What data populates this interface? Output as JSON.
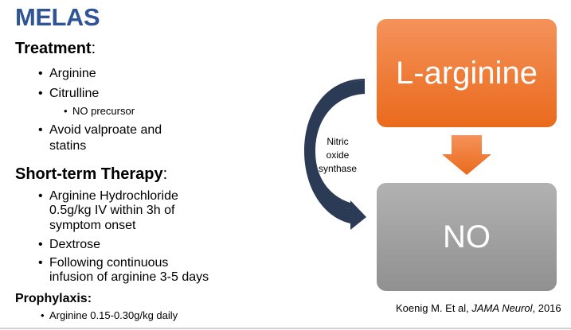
{
  "title": "MELAS",
  "treatment": {
    "heading": "Treatment",
    "colon": ":",
    "items": [
      "Arginine",
      "Citrulline",
      "Avoid valproate and",
      "statins"
    ],
    "subitem": "NO precursor"
  },
  "short_term": {
    "heading": "Short-term Therapy",
    "colon": ":",
    "items": [
      "Arginine Hydrochloride",
      "0.5g/kg IV within 3h of",
      "symptom onset",
      "Dextrose",
      "Following continuous",
      "infusion of arginine 3-5 days"
    ]
  },
  "prophylaxis": {
    "heading": "Prophylaxis:",
    "item": "Arginine 0.15-0.30g/kg daily"
  },
  "diagram": {
    "top_box": "L-arginine",
    "bottom_box": "NO",
    "enzyme_label": "Nitric oxide synthase",
    "colors": {
      "orange": "#ea6a1c",
      "gray": "#a0a0a0",
      "curve": "#2b3a55"
    }
  },
  "citation": {
    "authors": "Koenig M. Et al, ",
    "journal": "JAMA Neurol",
    "year": ", 2016"
  }
}
